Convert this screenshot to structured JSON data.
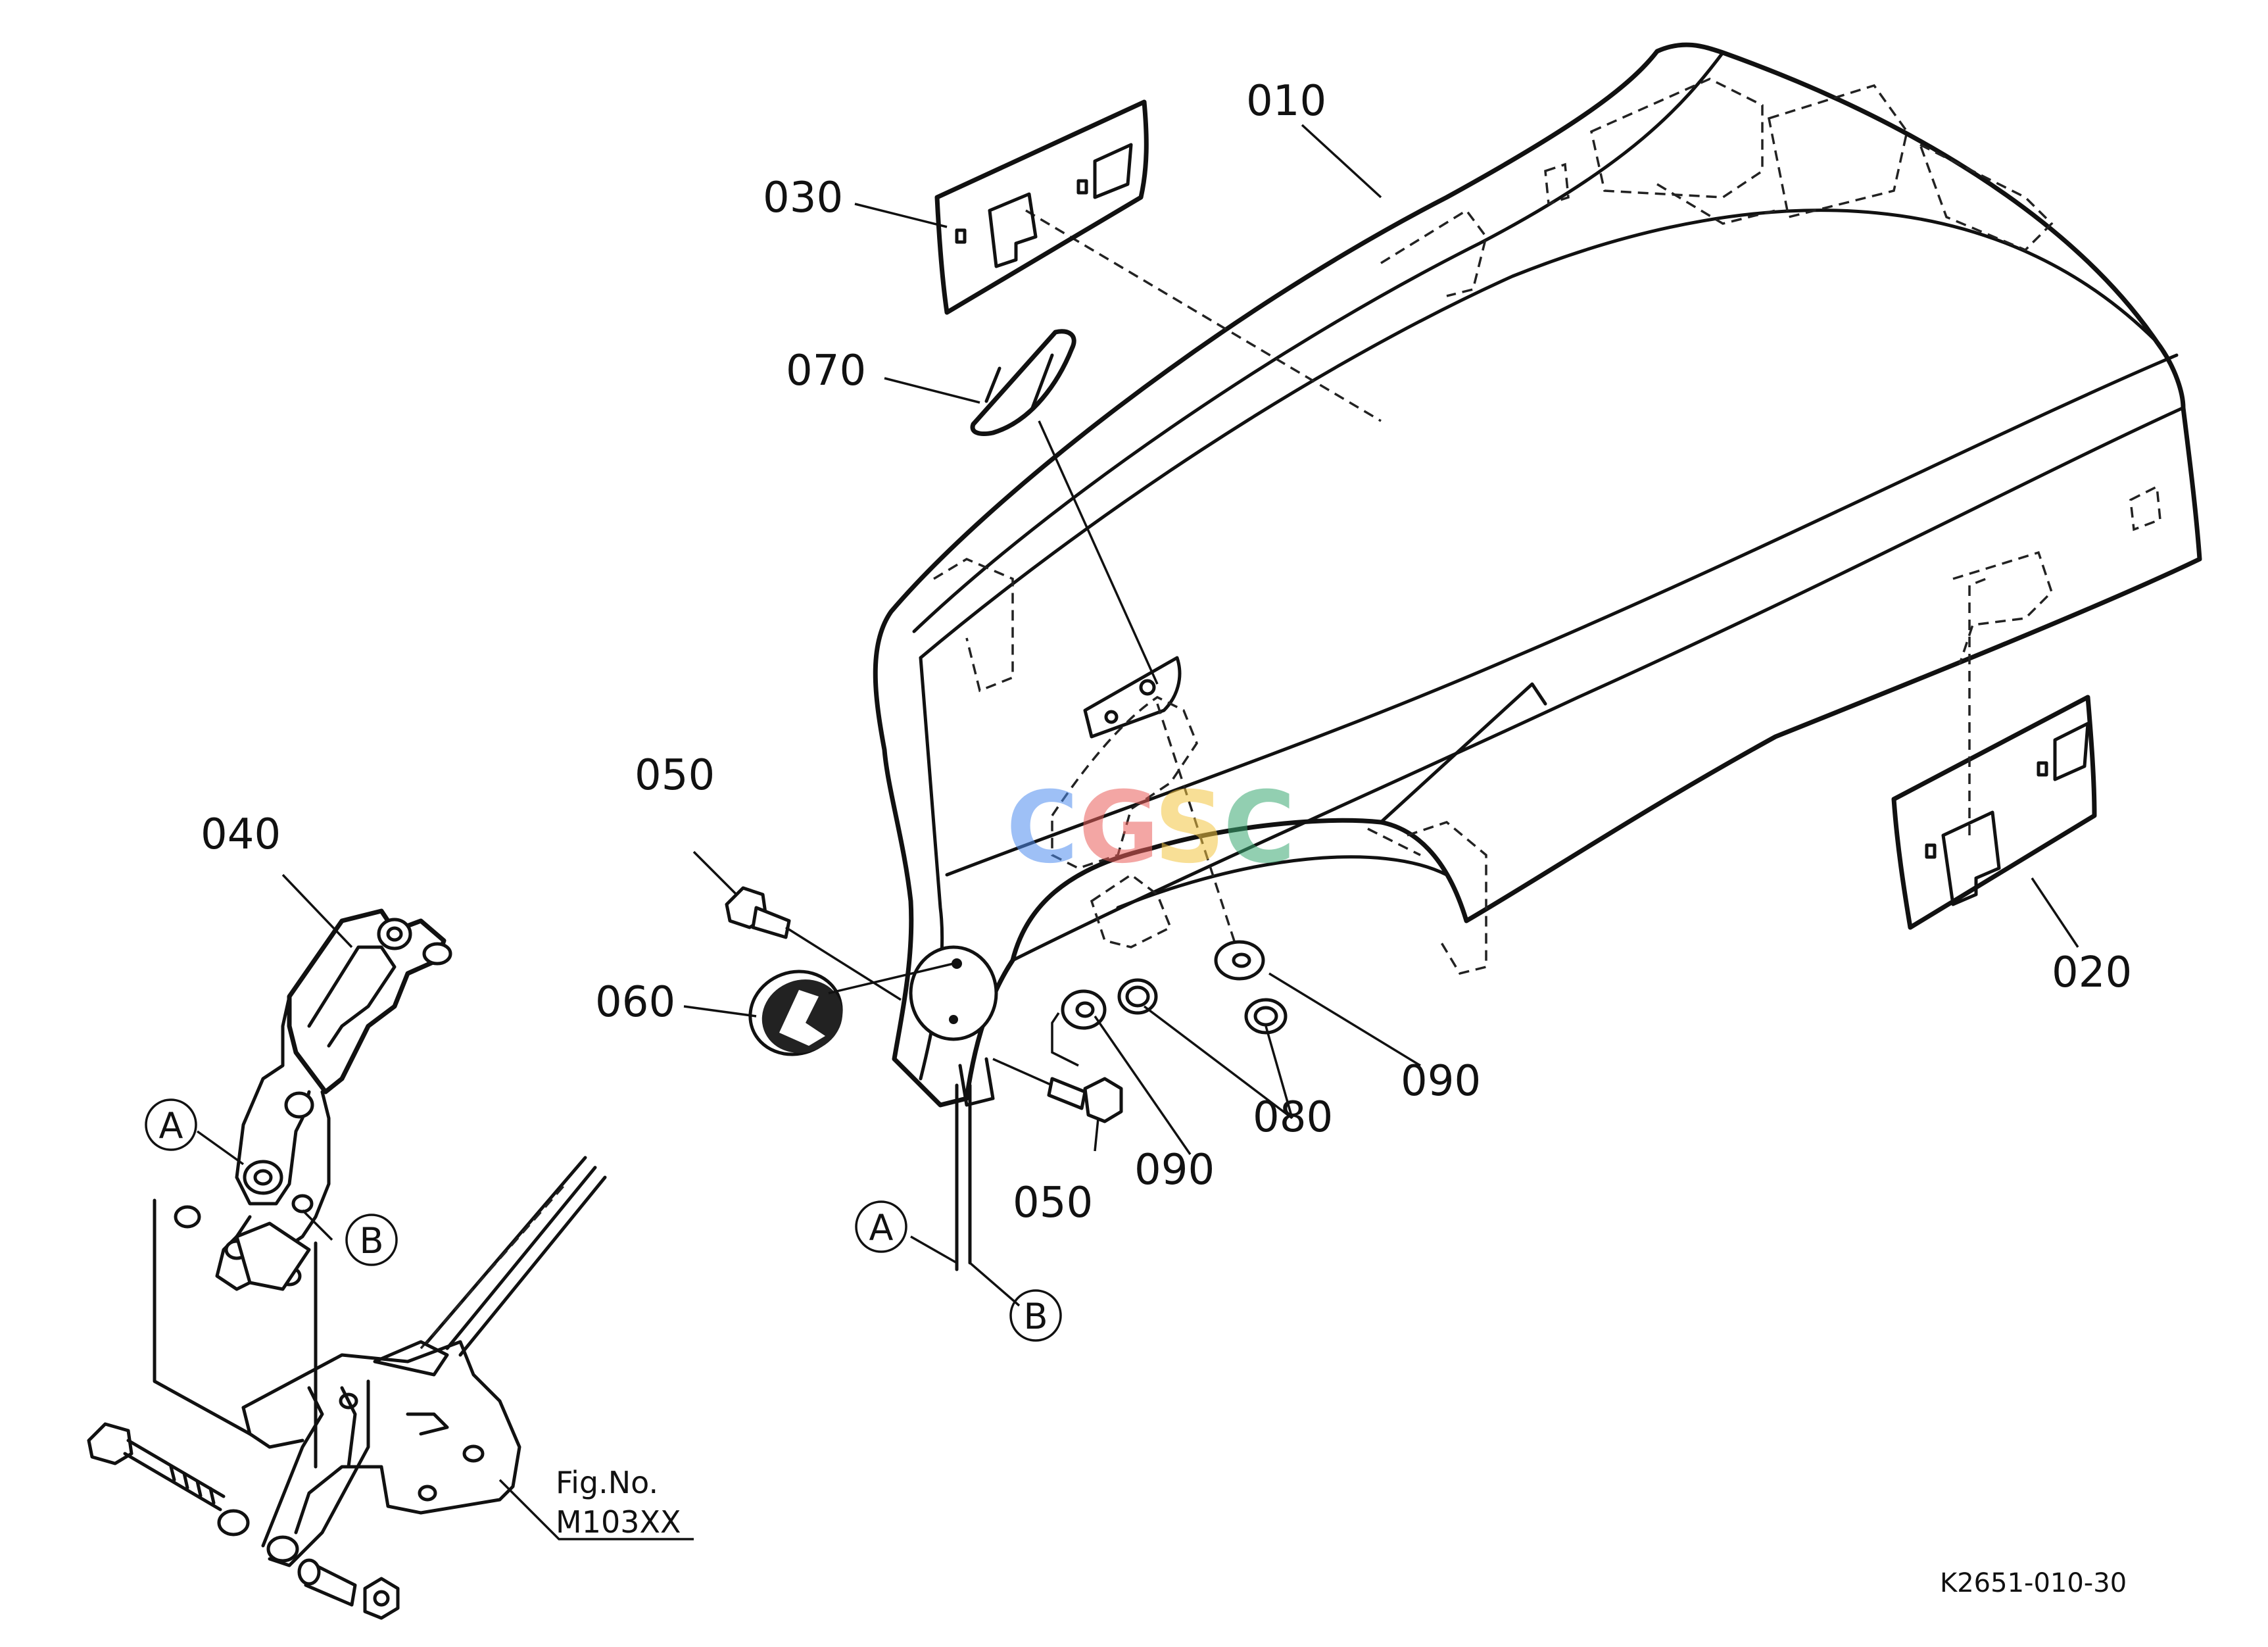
{
  "drawing_code": "K2651-010-30",
  "figure_ref": {
    "line1": "Fig.No.",
    "line2": "M103XX"
  },
  "watermark": [
    {
      "char": "C",
      "color": "#4f8ef0"
    },
    {
      "char": "G",
      "color": "#ea5f5a"
    },
    {
      "char": "S",
      "color": "#f4c542"
    },
    {
      "char": "C",
      "color": "#3aa873"
    }
  ],
  "callouts": {
    "p010": "010",
    "p020": "020",
    "p030": "030",
    "p040": "040",
    "p050a": "050",
    "p050b": "050",
    "p060": "060",
    "p070": "070",
    "p080": "080",
    "p090a": "090",
    "p090b": "090"
  },
  "markers": {
    "a_left": "A",
    "b_left": "B",
    "a_mid": "A",
    "b_mid": "B"
  }
}
